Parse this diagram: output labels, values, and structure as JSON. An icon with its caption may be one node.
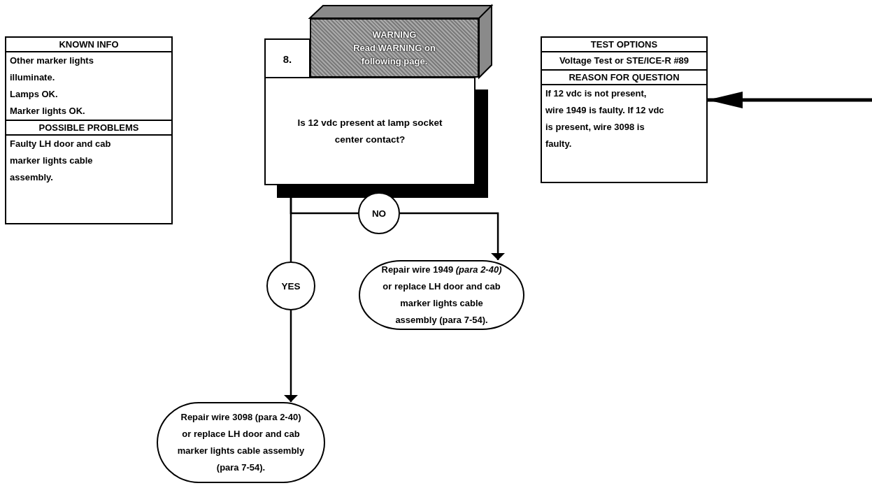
{
  "diagram": {
    "nodes": [
      {
        "text": [
          "KNOWN INFO",
          "Other marker lights illuminate.",
          "Lamps OK.",
          "Marker lights OK.",
          "POSSIBLE PROBLEMS",
          "Faulty LH door and cab marker lights cable assembly."
        ]
      },
      {
        "text": [
          "8."
        ]
      },
      {
        "text": [
          "WARNING",
          "Read WARNING on following page."
        ]
      },
      {
        "text": [
          "Is 12 vdc present at lamp socket center contact?"
        ]
      },
      {
        "text": [
          "TEST OPTIONS",
          "Voltage Test or STE/ICE-R #89",
          "REASON FOR QUESTION",
          "If 12 vdc is not present, wire 1949 is faulty. If 12 vdc is present, wire 3098 is faulty."
        ]
      },
      {
        "text": [
          "NO"
        ]
      },
      {
        "text": [
          "YES"
        ]
      },
      {
        "text": [
          "Repair wire 1949 *(para 2-40)* or replace LH door and cab marker lights cable assembly (para 7-54)."
        ]
      },
      {
        "text": [
          "Repair wire 3098 (para 2-40) or replace LH door and cab marker lights cable assembly (para 7-54)."
        ]
      }
    ],
    "edges": [
      {
        "from": 3,
        "to": 5,
        "arrow": "none"
      },
      {
        "from": 3,
        "to": 6,
        "arrow": "none"
      },
      {
        "from": 5,
        "to": 7,
        "arrow": "to"
      },
      {
        "from": 6,
        "to": 8,
        "arrow": "to"
      },
      {
        "from": null,
        "to": 4,
        "arrow": "to",
        "style": "thick"
      }
    ]
  }
}
